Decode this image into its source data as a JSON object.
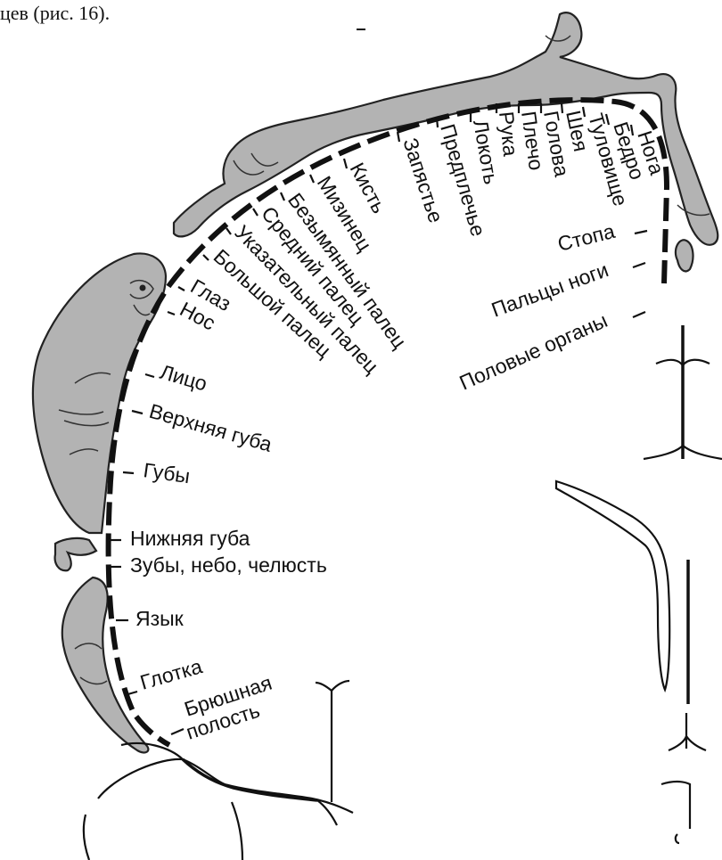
{
  "caption": "цев (рис. 16).",
  "labels": [
    "Нога",
    "Бедро",
    "Туловище",
    "Шея",
    "Голова",
    "Плечо",
    "Рука",
    "Локоть",
    "Предплечье",
    "Запястье",
    "Кисть",
    "Мизинец",
    "Безымянный палец",
    "Средний палец",
    "Указательный палец",
    "Большой палец",
    "Глаз",
    "Нос",
    "Лицо",
    "Верхняя губа",
    "Губы",
    "Нижняя губа",
    "Зубы, небо, челюсть",
    "Язык",
    "Глотка",
    "Брюшная",
    "полость",
    "Стопа",
    "Пальцы ноги",
    "Половые органы"
  ]
}
